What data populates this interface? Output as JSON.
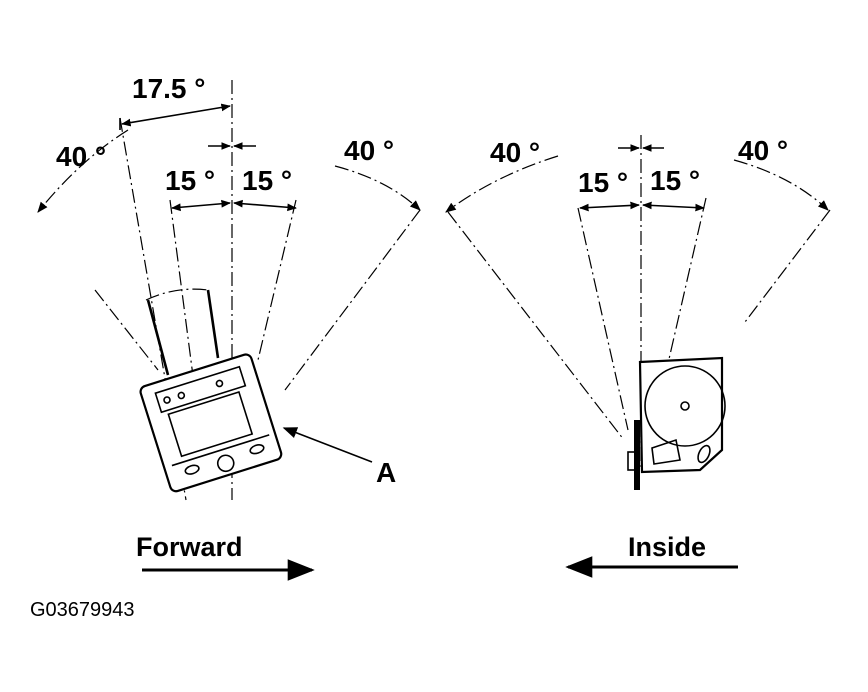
{
  "left_view": {
    "tilt_angle": "17.5 °",
    "left_range": "40 °",
    "right_range": "40 °",
    "inner_left": "15 °",
    "inner_right": "15 °",
    "part_callout": "A",
    "direction_label": "Forward"
  },
  "right_view": {
    "left_range": "40 °",
    "right_range": "40 °",
    "inner_left": "15 °",
    "inner_right": "15 °",
    "direction_label": "Inside"
  },
  "figure_code": "G03679943"
}
